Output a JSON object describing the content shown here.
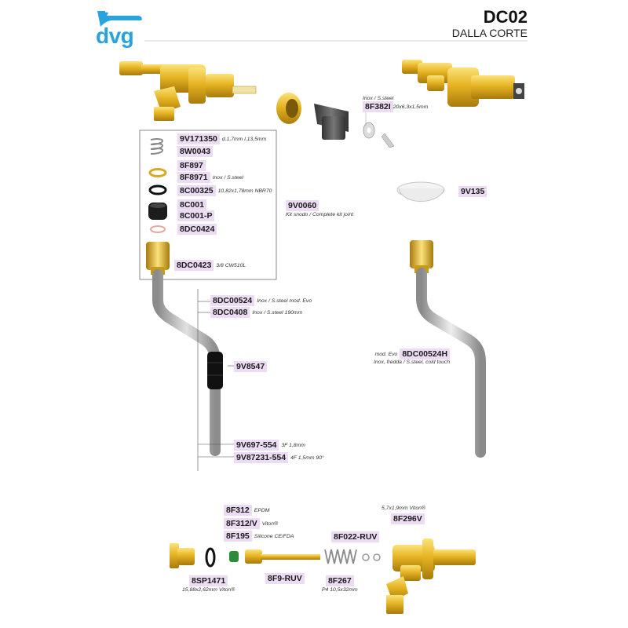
{
  "header": {
    "model": "DC02",
    "maker": "DALLA CORTE",
    "logo_text": "dvg"
  },
  "colors": {
    "accent": "#29a3dd",
    "label_bg": "#ecdcf3",
    "brass": "#e3b21f",
    "steel": "#c8c8c8"
  },
  "parts": {
    "p8f382i": {
      "code": "8F382I",
      "note_top": "Inox / S.steel",
      "note": "20x6,3x1,5mm"
    },
    "p9v171350": {
      "code": "9V171350",
      "note": "d.1,7mm l.13,5mm"
    },
    "p8w0043": {
      "code": "8W0043"
    },
    "p8f897": {
      "code": "8F897"
    },
    "p8f8971": {
      "code": "8F8971",
      "note": "Inox / S.steel"
    },
    "p8c00325": {
      "code": "8C00325",
      "note": "10,82x1,78mm NBR70"
    },
    "p9v0060": {
      "code": "9V0060",
      "note": "Kit snodo / Complete kit joint"
    },
    "p8c001": {
      "code": "8C001"
    },
    "p8c001p": {
      "code": "8C001-P"
    },
    "p8dc0424": {
      "code": "8DC0424"
    },
    "p9v135": {
      "code": "9V135"
    },
    "p8dc0423": {
      "code": "8DC0423",
      "note": "3/8 CW510L"
    },
    "p8dc00524": {
      "code": "8DC00524",
      "note": "Inox / S.steel mod. Evo"
    },
    "p8dc0408": {
      "code": "8DC0408",
      "note": "Inox / S.steel 190mm"
    },
    "p8dc00524h": {
      "code": "8DC00524H",
      "note_left": "mod. Evo",
      "note_below": "Inox, fredda / S.steel, cold touch"
    },
    "p9v8547": {
      "code": "9V8547"
    },
    "p9v697": {
      "code": "9V697-554",
      "note": "3F 1,8mm"
    },
    "p9v87231": {
      "code": "9V87231-554",
      "note": "4F 1,5mm 90°"
    },
    "p8f312": {
      "code": "8F312",
      "note": "EPDM"
    },
    "p8f312v": {
      "code": "8F312/V",
      "note": "Viton®"
    },
    "p8f195": {
      "code": "8F195",
      "note": "Silicone CE/FDA"
    },
    "p8f296v": {
      "code": "8F296V",
      "note_top": "5,7x1,9mm Viton®"
    },
    "p8f022": {
      "code": "8F022-RUV"
    },
    "p8sp1471": {
      "code": "8SP1471",
      "note_below": "15,88x2,62mm Viton®"
    },
    "p8f9ruv": {
      "code": "8F9-RUV"
    },
    "p8f267": {
      "code": "8F267",
      "note_below": "P4 10,5x32mm"
    }
  }
}
